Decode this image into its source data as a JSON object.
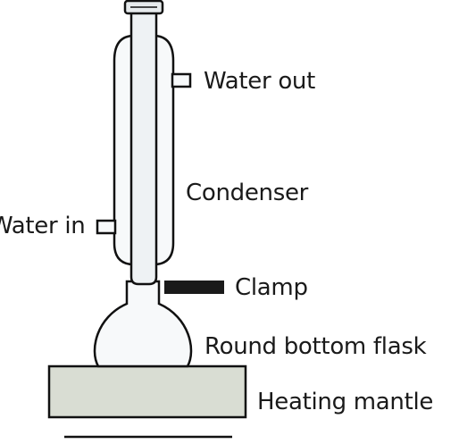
{
  "labels": {
    "water_out": "Water out",
    "condenser": "Condenser",
    "water_in": "Water in",
    "clamp": "Clamp",
    "flask": "Round bottom flask",
    "mantle": "Heating mantle"
  },
  "colors": {
    "glass_fill": "#f7f9fa",
    "glass_stroke": "#111111",
    "inner_tube_fill": "#eef2f4",
    "clamp": "#1a1a1a",
    "mantle_fill": "#d9ddd3",
    "text": "#1a1a1a"
  }
}
